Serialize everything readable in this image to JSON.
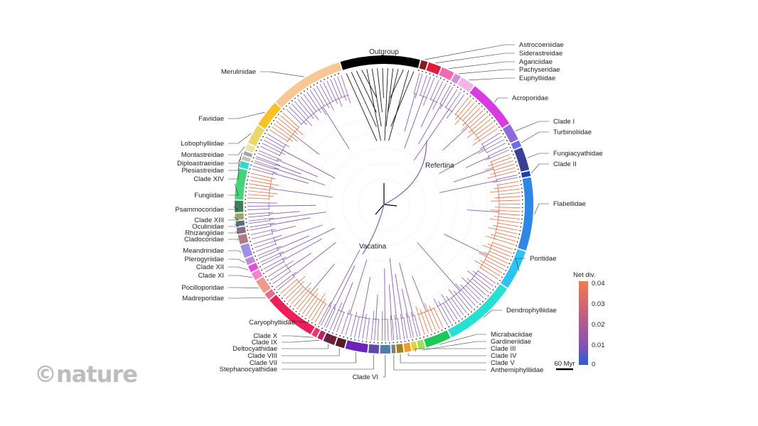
{
  "watermark": "©nature",
  "clade_labels": {
    "refertina": "Refertina",
    "vacatina": "Vacatina"
  },
  "scale_bar": {
    "label": "60 Myr"
  },
  "legend": {
    "title": "Net div.",
    "ticks": [
      "0.04",
      "0.03",
      "0.02",
      "0.01",
      "0"
    ],
    "colors": [
      "#2a5fcf",
      "#8552b3",
      "#b05b8f",
      "#d36a6a",
      "#f07a52"
    ]
  },
  "families": [
    {
      "name": "Outgroup",
      "color": "#000000"
    },
    {
      "name": "Astrocoeniidae",
      "color": "#8b1a1a"
    },
    {
      "name": "Siderastreidae",
      "color": "#e21b3c"
    },
    {
      "name": "Agariciidae",
      "color": "#f06ab4"
    },
    {
      "name": "Pachyseridae",
      "color": "#d98ad9"
    },
    {
      "name": "Euphylliidae",
      "color": "#f5b3e8"
    },
    {
      "name": "Acroporidae",
      "color": "#d83ce0"
    },
    {
      "name": "Clade I",
      "color": "#8e6ad8"
    },
    {
      "name": "Turbinoliidae",
      "color": "#6c6fe3"
    },
    {
      "name": "Fungiacyathidae",
      "color": "#3b3f94"
    },
    {
      "name": "Clade II",
      "color": "#1f3fb5"
    },
    {
      "name": "Flabellidae",
      "color": "#2e86e6"
    },
    {
      "name": "Poritidae",
      "color": "#2ec4f2"
    },
    {
      "name": "Dendrophylliidae",
      "color": "#28e0d2"
    },
    {
      "name": "Micrabaciidae",
      "color": "#1ec95a"
    },
    {
      "name": "Gardineriidae",
      "color": "#9fe04f"
    },
    {
      "name": "Clade III",
      "color": "#e6d03a"
    },
    {
      "name": "Clade IV",
      "color": "#f29a2e"
    },
    {
      "name": "Clade V",
      "color": "#a6801d"
    },
    {
      "name": "Anthemiphylliidae",
      "color": "#7e7e7e"
    },
    {
      "name": "Clade VI",
      "color": "#4e7fa8"
    },
    {
      "name": "Stephanocyathidae",
      "color": "#5b4ba8"
    },
    {
      "name": "Clade VII",
      "color": "#6a22b8"
    },
    {
      "name": "Clade VIII",
      "color": "#5a1a2a"
    },
    {
      "name": "Deltocyathidae",
      "color": "#6e1f3a"
    },
    {
      "name": "Clade IX",
      "color": "#b3276a"
    },
    {
      "name": "Clade X",
      "color": "#f0356e"
    },
    {
      "name": "Caryophylliidae",
      "color": "#ec1f5a"
    },
    {
      "name": "Madreporidae",
      "color": "#e86a8e"
    },
    {
      "name": "Pocilloporidae",
      "color": "#f29a8a"
    },
    {
      "name": "Clade XI",
      "color": "#f282c9"
    },
    {
      "name": "Clade XII",
      "color": "#e84ae6"
    },
    {
      "name": "Plerogyriidae",
      "color": "#c686e0"
    },
    {
      "name": "Meandrinidae",
      "color": "#9b92e6"
    },
    {
      "name": "Cladocoridae",
      "color": "#b07a8c"
    },
    {
      "name": "Rhizangiidae",
      "color": "#8d6d7d"
    },
    {
      "name": "Oculinidae",
      "color": "#4f6f8a"
    },
    {
      "name": "Clade XIII",
      "color": "#98a86a"
    },
    {
      "name": "Psammocoridae",
      "color": "#3f7f55"
    },
    {
      "name": "Fungiidae",
      "color": "#46d47a"
    },
    {
      "name": "Clade XIV",
      "color": "#2fd9d2"
    },
    {
      "name": "Plesiastreidae",
      "color": "#bcc4bc"
    },
    {
      "name": "Diploastraeidae",
      "color": "#a0a8b2"
    },
    {
      "name": "Montastreidae",
      "color": "#e7e7a0"
    },
    {
      "name": "Lobophylliidae",
      "color": "#ecd86a"
    },
    {
      "name": "Faviidae",
      "color": "#f6c323"
    },
    {
      "name": "Merulinidae",
      "color": "#f8c793"
    }
  ]
}
